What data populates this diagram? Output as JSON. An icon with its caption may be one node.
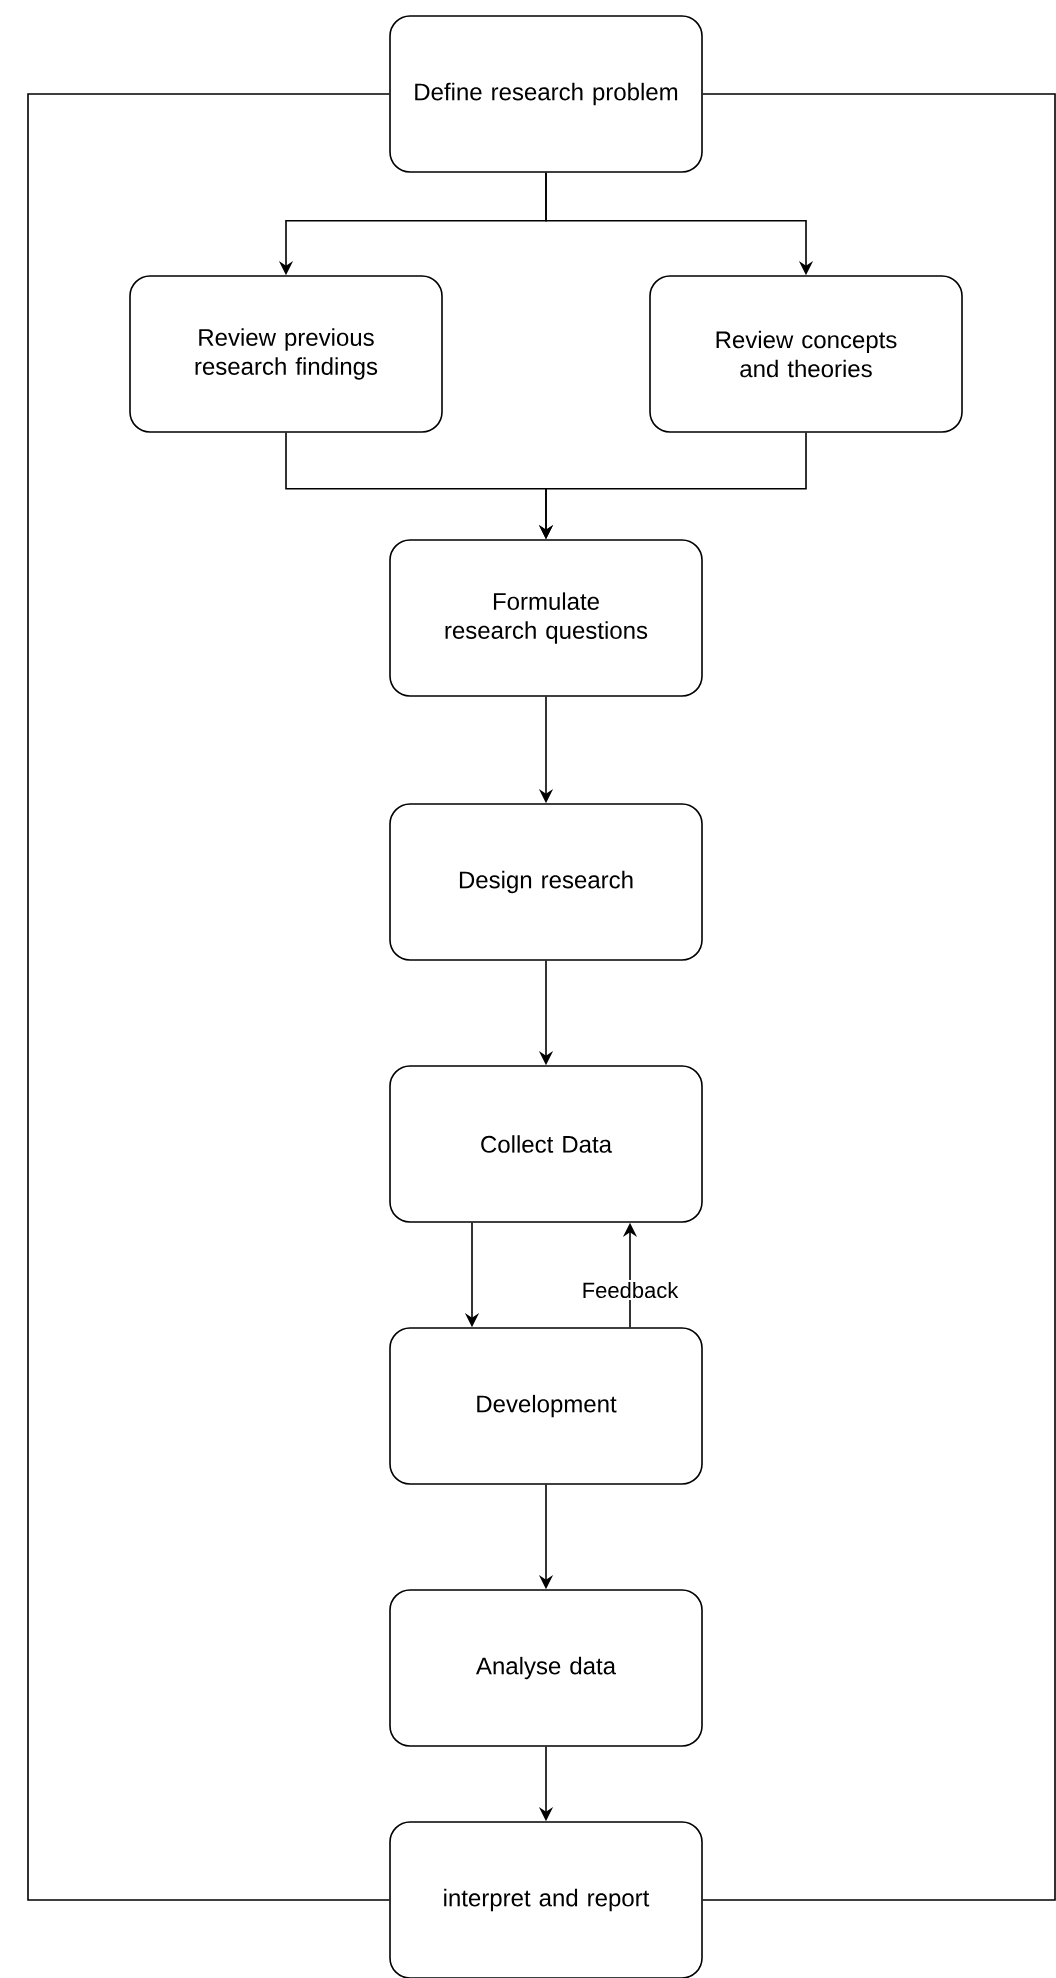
{
  "diagram": {
    "nodes": [
      {
        "text": [
          "Define research problem"
        ]
      },
      {
        "text": [
          "Review previous research findings"
        ]
      },
      {
        "text": [
          "Review concepts and theories"
        ]
      },
      {
        "text": [
          "Formulate research questions"
        ]
      },
      {
        "text": [
          "Design research"
        ]
      },
      {
        "text": [
          "Collect Data"
        ]
      },
      {
        "text": [
          "Development"
        ]
      },
      {
        "text": [
          "Analyse data"
        ]
      },
      {
        "text": [
          "interpret and report"
        ]
      }
    ],
    "edges": [
      {
        "from": 0,
        "to": 1,
        "arrow": "to"
      },
      {
        "from": 0,
        "to": 2,
        "arrow": "to"
      },
      {
        "from": 1,
        "to": 3,
        "arrow": "to"
      },
      {
        "from": 2,
        "to": 3,
        "arrow": "to"
      },
      {
        "from": 3,
        "to": 4,
        "arrow": "to"
      },
      {
        "from": 4,
        "to": 5,
        "arrow": "to"
      },
      {
        "from": 5,
        "to": 6,
        "arrow": "to"
      },
      {
        "from": 6,
        "to": 5,
        "arrow": "to",
        "label": "Feedback"
      },
      {
        "from": 6,
        "to": 7,
        "arrow": "to"
      },
      {
        "from": 7,
        "to": 8,
        "arrow": "to"
      },
      {
        "from": 0,
        "to": 8,
        "arrow": "none"
      },
      {
        "from": 0,
        "to": 8,
        "arrow": "none"
      }
    ]
  }
}
